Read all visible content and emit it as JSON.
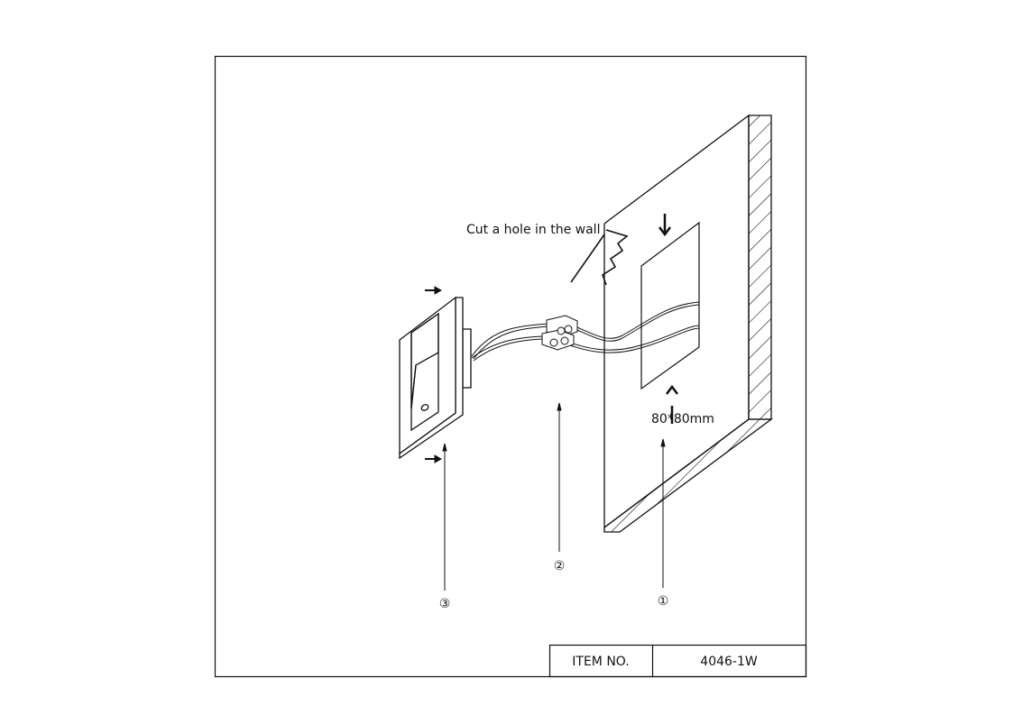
{
  "diagram": {
    "instruction": "Cut a hole in the wall",
    "hole_size": "80*80mm",
    "callouts": [
      "①",
      "②",
      "③"
    ]
  },
  "title_block": {
    "item_label": "ITEM NO.",
    "item_value": "4046-1W"
  },
  "colors": {
    "line": "#111111",
    "background": "#ffffff"
  }
}
